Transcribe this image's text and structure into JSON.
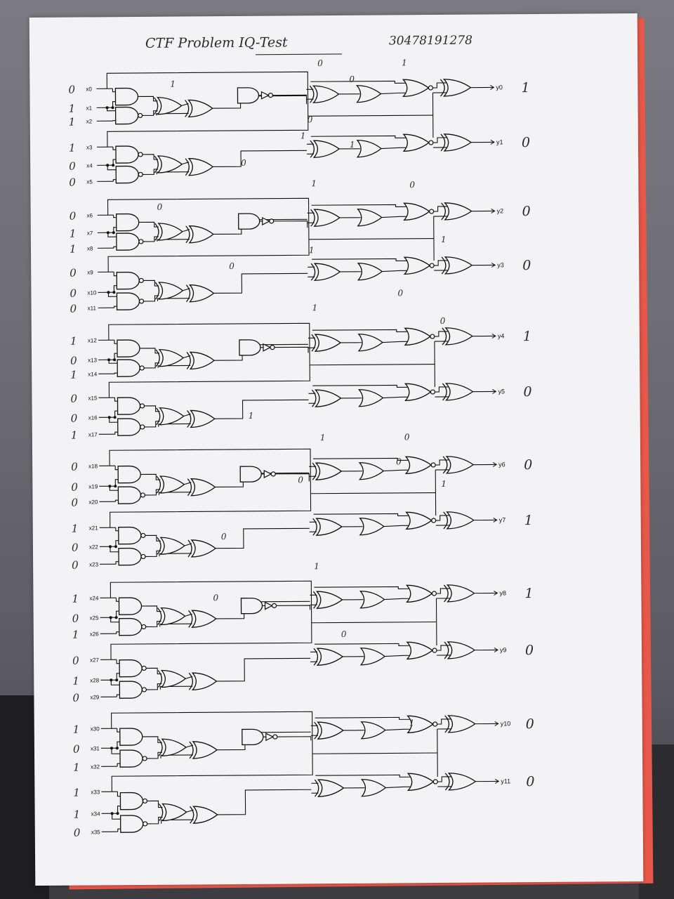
{
  "header": {
    "title": "CTF Problem IQ-Test",
    "number": "30478191278"
  },
  "inputs": [
    {
      "name": "x0",
      "mark": "0"
    },
    {
      "name": "x1",
      "mark": "1"
    },
    {
      "name": "x2",
      "mark": "1"
    },
    {
      "name": "x3",
      "mark": "1"
    },
    {
      "name": "x4",
      "mark": "0"
    },
    {
      "name": "x5",
      "mark": "0"
    },
    {
      "name": "x6",
      "mark": "0"
    },
    {
      "name": "x7",
      "mark": "1"
    },
    {
      "name": "x8",
      "mark": "1"
    },
    {
      "name": "x9",
      "mark": "0"
    },
    {
      "name": "x10",
      "mark": "0"
    },
    {
      "name": "x11",
      "mark": "0"
    },
    {
      "name": "x12",
      "mark": "1"
    },
    {
      "name": "x13",
      "mark": "0"
    },
    {
      "name": "x14",
      "mark": "1"
    },
    {
      "name": "x15",
      "mark": "0"
    },
    {
      "name": "x16",
      "mark": "0"
    },
    {
      "name": "x17",
      "mark": "1"
    },
    {
      "name": "x18",
      "mark": "0"
    },
    {
      "name": "x19",
      "mark": "0"
    },
    {
      "name": "x20",
      "mark": "0"
    },
    {
      "name": "x21",
      "mark": "1"
    },
    {
      "name": "x22",
      "mark": "0"
    },
    {
      "name": "x23",
      "mark": "0"
    },
    {
      "name": "x24",
      "mark": "1"
    },
    {
      "name": "x25",
      "mark": "0"
    },
    {
      "name": "x26",
      "mark": "1"
    },
    {
      "name": "x27",
      "mark": "0"
    },
    {
      "name": "x28",
      "mark": "1"
    },
    {
      "name": "x29",
      "mark": "0"
    },
    {
      "name": "x30",
      "mark": "1"
    },
    {
      "name": "x31",
      "mark": "0"
    },
    {
      "name": "x32",
      "mark": "1"
    },
    {
      "name": "x33",
      "mark": "1"
    },
    {
      "name": "x34",
      "mark": "1"
    },
    {
      "name": "x35",
      "mark": "0"
    }
  ],
  "outputs": [
    {
      "name": "y0",
      "mark": "1"
    },
    {
      "name": "y1",
      "mark": "0"
    },
    {
      "name": "y2",
      "mark": "0"
    },
    {
      "name": "y3",
      "mark": "0"
    },
    {
      "name": "y4",
      "mark": "1"
    },
    {
      "name": "y5",
      "mark": "0"
    },
    {
      "name": "y6",
      "mark": "0"
    },
    {
      "name": "y7",
      "mark": "1"
    },
    {
      "name": "y8",
      "mark": "1"
    },
    {
      "name": "y9",
      "mark": "0"
    },
    {
      "name": "y10",
      "mark": "0"
    },
    {
      "name": "y11",
      "mark": "0"
    }
  ],
  "annotations": [
    "0",
    "1",
    "0",
    "1",
    "0",
    "1",
    "1",
    "0",
    "1",
    "0",
    "0",
    "1",
    "0",
    "1",
    "1",
    "0",
    "0",
    "1",
    "1",
    "0",
    "0",
    "0",
    "1",
    "0",
    "1",
    "0",
    "0",
    "1"
  ],
  "colors": {
    "paper": "#f3f3f5",
    "ink": "#111111",
    "pencil": "#2b2b2b"
  }
}
